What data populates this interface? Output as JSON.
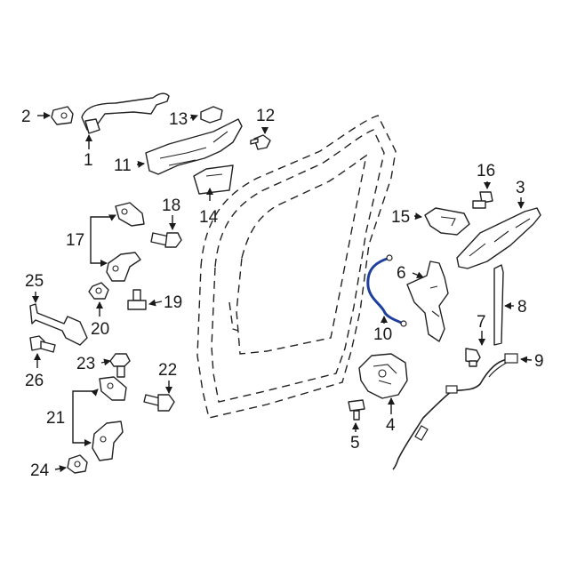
{
  "colors": {
    "line": "#222222",
    "highlight_part": "#1f3f9e",
    "background": "#ffffff"
  },
  "callouts": {
    "c1": "1",
    "c2": "2",
    "c3": "3",
    "c4": "4",
    "c5": "5",
    "c6": "6",
    "c7": "7",
    "c8": "8",
    "c9": "9",
    "c10": "10",
    "c11": "11",
    "c12": "12",
    "c13": "13",
    "c14": "14",
    "c15": "15",
    "c16": "16",
    "c17": "17",
    "c18": "18",
    "c19": "19",
    "c20": "20",
    "c21": "21",
    "c22": "22",
    "c23": "23",
    "c24": "24",
    "c25": "25",
    "c26": "26"
  },
  "highlighted_part": "10"
}
